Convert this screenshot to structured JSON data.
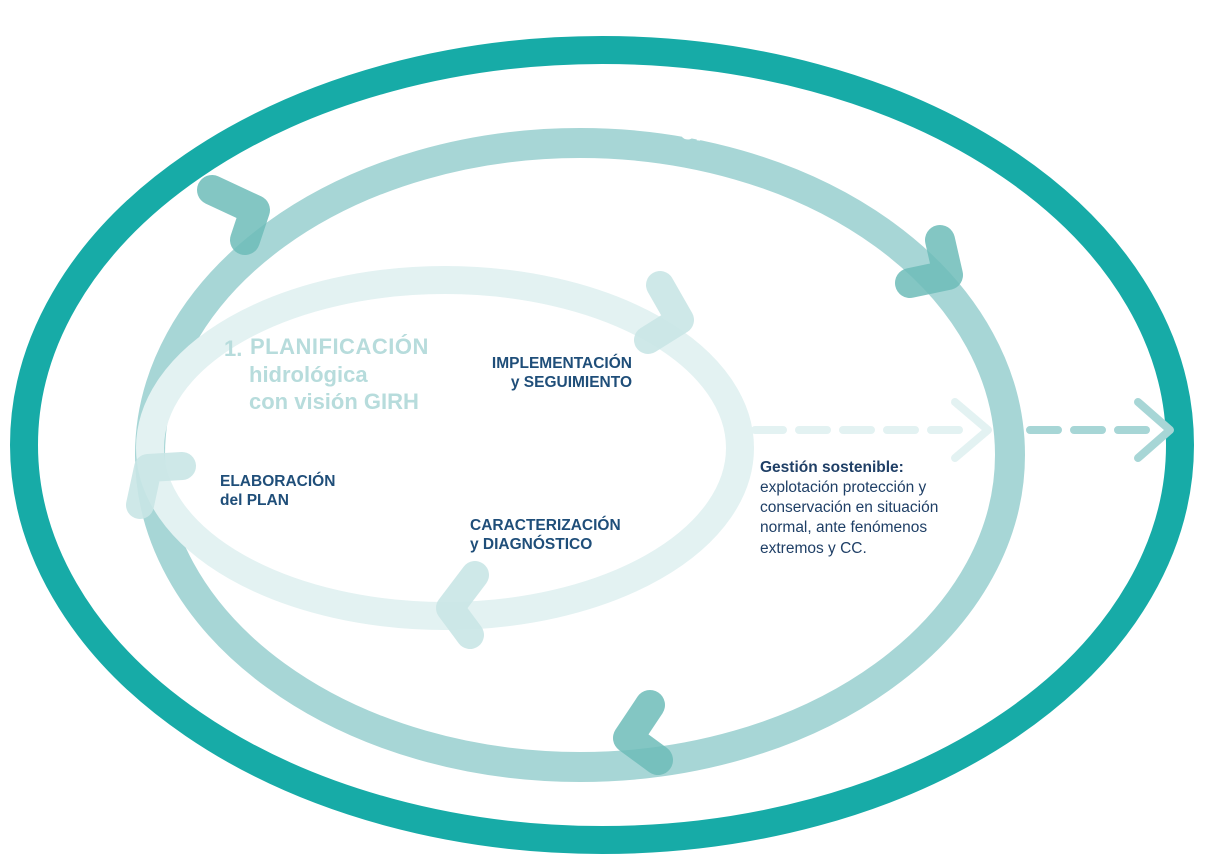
{
  "colors": {
    "outer_ring": "#17aba7",
    "middle_ring": "#a7d6d6",
    "inner_ring": "#e3f2f2",
    "middle_arrow_head": "#6dbcb9",
    "inner_arrow_head": "#c9e6e6",
    "label_dark": "#1f4e79",
    "plan_title": "#b7dcdc"
  },
  "rings": {
    "outer_title": "3. SEGURIDAD HÍDRICA",
    "middle_title": "2. GIRH"
  },
  "planificacion": {
    "number": "1.",
    "line1": "PLANIFICACIÓN",
    "line2": "hidrológica",
    "line3": "con visión GIRH"
  },
  "stages": {
    "implementacion": {
      "line1": "IMPLEMENTACIÓN",
      "line2": "y SEGUIMIENTO"
    },
    "elaboracion": {
      "line1": "ELABORACIÓN",
      "line2": "del PLAN"
    },
    "caracterizacion": {
      "line1": "CARACTERIZACIÓN",
      "line2": "y DIAGNÓSTICO"
    }
  },
  "gestion": {
    "title": "Gestión sostenible:",
    "body": "explotación protección y conservación en situación normal, ante fenómenos extremos y CC."
  },
  "icons": {
    "cycle_arrow": "chevron-arrow-icon",
    "dashed_arrow": "dashed-arrow-icon"
  }
}
